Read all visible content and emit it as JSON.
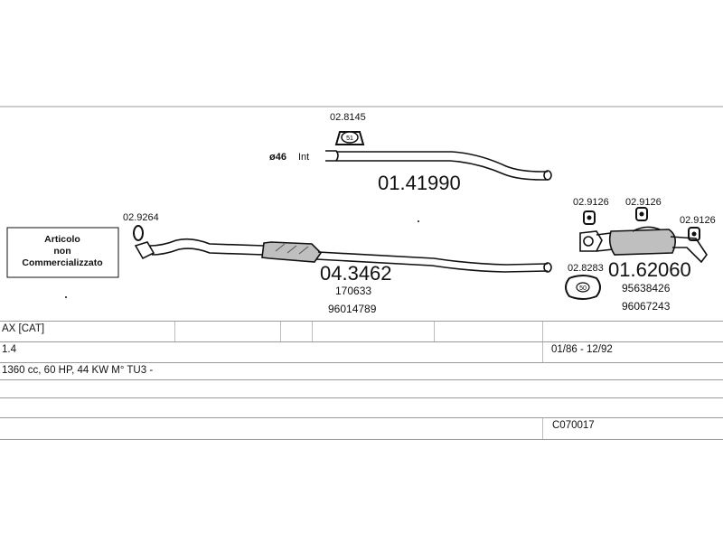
{
  "parts": {
    "clamp_top": "02.8145",
    "clamp_top_badge": "51",
    "pipe_diameter": "ø46",
    "pipe_diameter_suffix": "Int",
    "front_pipe": "01.41990",
    "gasket": "02.9264",
    "middle_silencer": "04.3462",
    "middle_ref_1": "170633",
    "middle_ref_2": "96014789",
    "rubber_1": "02.9126",
    "rubber_2": "02.9126",
    "rubber_3": "02.9126",
    "rear_clamp": "02.8283",
    "rear_clamp_badge": "50",
    "rear_silencer": "01.62060",
    "rear_ref_1": "95638426",
    "rear_ref_2": "96067243"
  },
  "notice": {
    "line1": "Articolo",
    "line2": "non",
    "line3": "Commercializzato"
  },
  "vehicle": {
    "model": "AX  [CAT]",
    "engine": "1.4",
    "period": "01/86 - 12/92",
    "spec": "1360 cc, 60 HP, 44 KW M° TU3 -",
    "code": "C070017"
  },
  "colors": {
    "line": "#111111",
    "grid": "#9a9a9a",
    "silencer_fill": "#bfbfbf"
  }
}
